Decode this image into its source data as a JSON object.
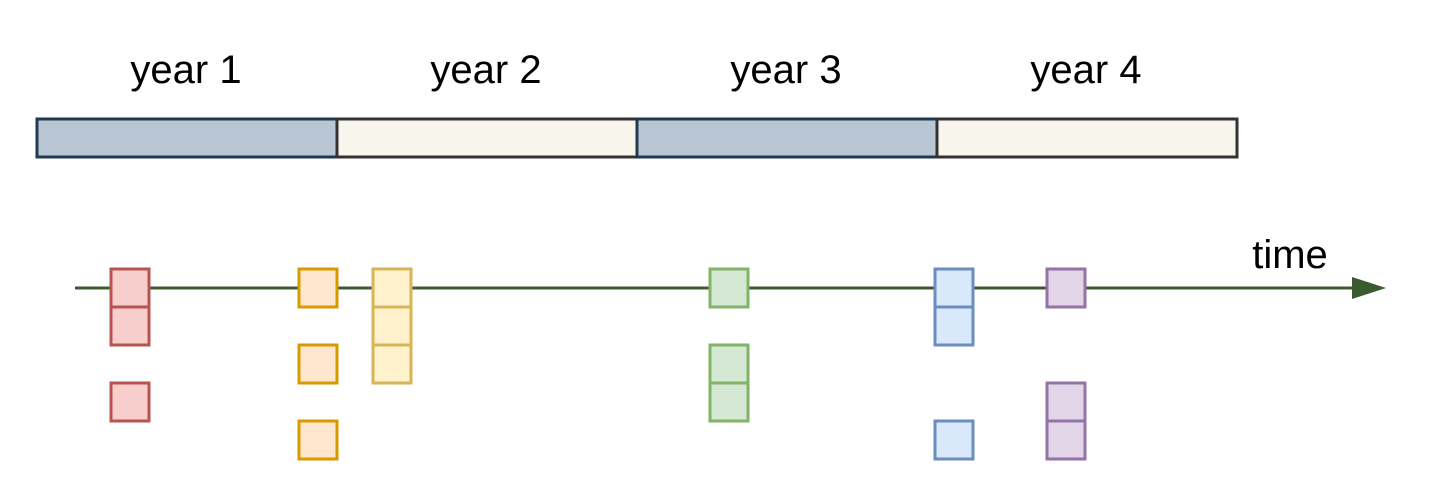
{
  "years": [
    {
      "label": "year 1",
      "fill": "#b8c7d3",
      "stroke": "#1f3a52"
    },
    {
      "label": "year 2",
      "fill": "#f8f5ec",
      "stroke": "#333333"
    },
    {
      "label": "year 3",
      "fill": "#b8c7d3",
      "stroke": "#1f3a52"
    },
    {
      "label": "year 4",
      "fill": "#f8f5ec",
      "stroke": "#333333"
    }
  ],
  "axis": {
    "label": "time",
    "color": "#3b5a2e"
  },
  "event_groups": [
    {
      "color_name": "red",
      "fill": "#f8cecc",
      "stroke": "#b85450",
      "stack_rows": [
        0,
        1,
        3
      ]
    },
    {
      "color_name": "orange",
      "fill": "#ffe6cc",
      "stroke": "#d79b00",
      "stack_rows": [
        0,
        2,
        4
      ]
    },
    {
      "color_name": "yellow",
      "fill": "#fff2cc",
      "stroke": "#d6b656",
      "stack_rows": [
        0,
        1,
        2
      ]
    },
    {
      "color_name": "green",
      "fill": "#d5e8d4",
      "stroke": "#82b366",
      "stack_rows": [
        0,
        2,
        3
      ]
    },
    {
      "color_name": "blue",
      "fill": "#dae8fc",
      "stroke": "#6c8ebf",
      "stack_rows": [
        0,
        1,
        4
      ]
    },
    {
      "color_name": "purple",
      "fill": "#e1d5e7",
      "stroke": "#9673a6",
      "stack_rows": [
        0,
        3,
        4
      ]
    }
  ]
}
